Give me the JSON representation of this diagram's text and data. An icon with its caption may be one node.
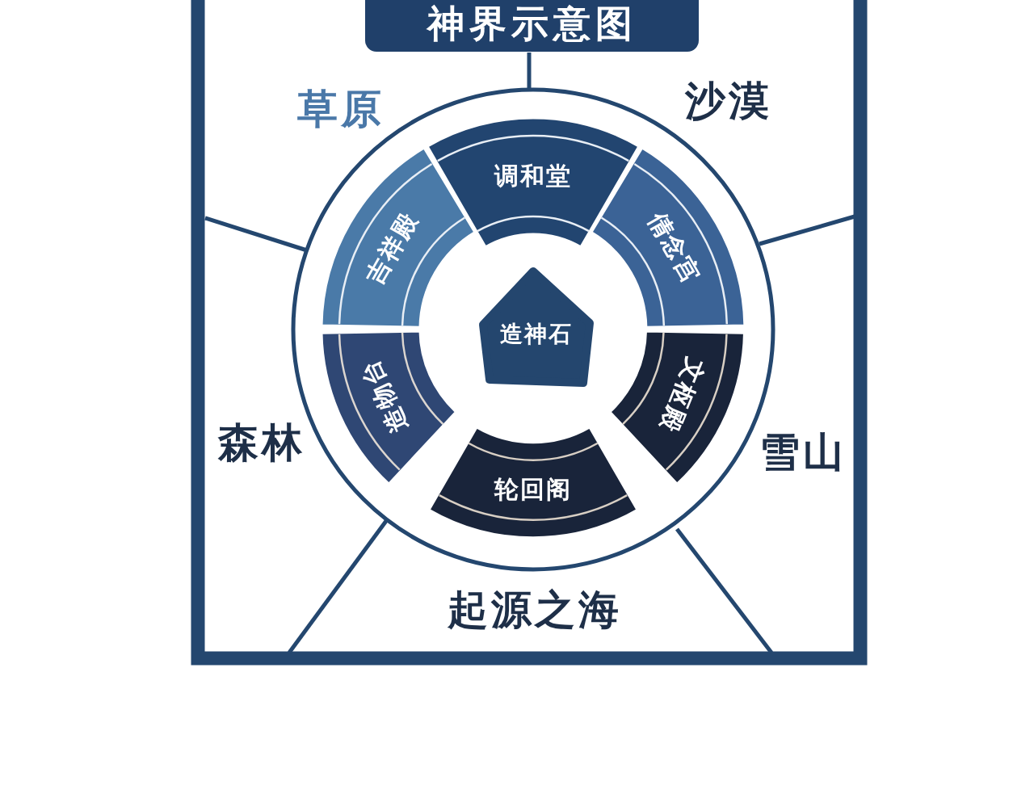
{
  "diagram": {
    "title": "神界示意图",
    "nodes": [
      {
        "text": [
          "调和堂"
        ]
      },
      {
        "text": [
          "吉祥殿"
        ]
      },
      {
        "text": [
          "倩念宫"
        ]
      },
      {
        "text": [
          "造神石"
        ]
      },
      {
        "text": [
          "造物台"
        ]
      },
      {
        "text": [
          "文枢殿"
        ]
      },
      {
        "text": [
          "轮回阁"
        ]
      }
    ],
    "edges": [],
    "labels": [
      "草原",
      "沙漠",
      "森林",
      "雪山",
      "起源之海"
    ]
  }
}
